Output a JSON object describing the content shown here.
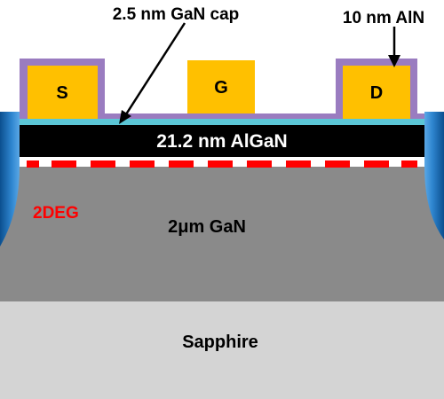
{
  "labels": {
    "gan_cap": "2.5 nm GaN cap",
    "aln": "10 nm AlN",
    "source": "S",
    "gate": "G",
    "drain": "D",
    "algan": "21.2 nm AlGaN",
    "twodeg": "2DEG",
    "gan": "2μm GaN",
    "substrate": "Sapphire"
  },
  "colors": {
    "substrate": "#d4d4d4",
    "gan": "#8a8a8a",
    "algan": "#000000",
    "cap": "#5bc6d6",
    "passivation": "#9a7cc0",
    "contact": "#ffc000",
    "twodeg": "#ff0000",
    "isolation": "#1f6fb8",
    "arrow": "#000000"
  }
}
